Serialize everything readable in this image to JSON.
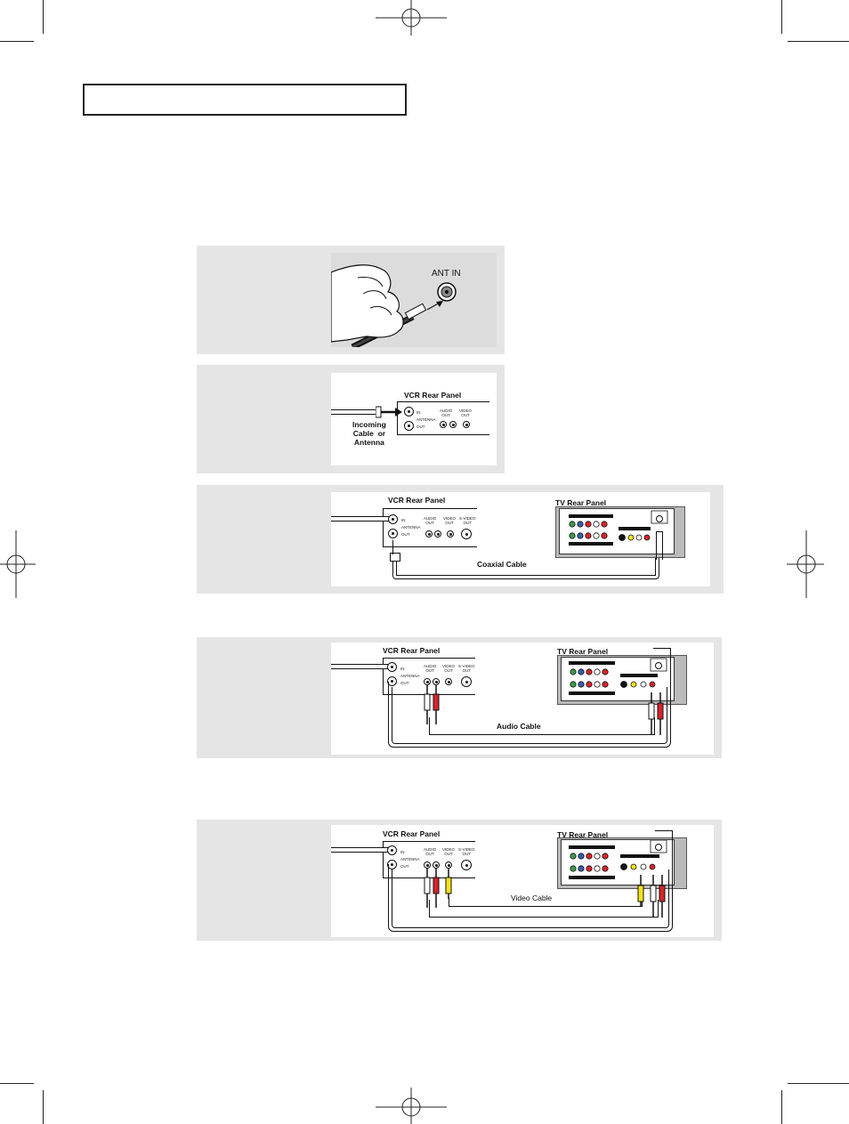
{
  "header": {
    "title": ""
  },
  "figures": {
    "fig1": {
      "ant_in_label": "ANT IN"
    },
    "fig2": {
      "vcr_title": "VCR  Rear  Panel",
      "in_label": "IN",
      "antenna_label": "ANTENNA",
      "out_label": "OUT",
      "audio_out_label": "AUDIO\nOUT",
      "video_out_label": "VIDEO\nOUT",
      "incoming_label": "Incoming\nCable  or\nAntenna"
    },
    "fig3": {
      "vcr_title": "VCR  Rear  Panel",
      "tv_title": "TV  Rear  Panel",
      "cable_label": "Coaxial  Cable",
      "in_label": "IN",
      "antenna_label": "ANTENNA",
      "out_label": "OUT",
      "audio_out_label": "AUDIO\nOUT",
      "video_out_label": "VIDEO\nOUT",
      "svideo_out_label": "S-VIDEO\nOUT"
    },
    "fig4": {
      "vcr_title": "VCR  Rear  Panel",
      "tv_title": "TV  Rear  Panel",
      "cable_label": "Audio  Cable",
      "in_label": "IN",
      "antenna_label": "ANTENNA",
      "out_label": "OUT",
      "audio_out_label": "AUDIO\nOUT",
      "video_out_label": "VIDEO\nOUT",
      "svideo_out_label": "S-VIDEO\nOUT"
    },
    "fig5": {
      "vcr_title": "VCR  Rear  Panel",
      "tv_title": "TV  Rear  Panel",
      "cable_label": "Video Cable",
      "in_label": "IN",
      "antenna_label": "ANTENNA",
      "out_label": "OUT",
      "audio_out_label": "AUDIO\nOUT",
      "video_out_label": "VIDEO\nOUT",
      "svideo_out_label": "S-VIDEO\nOUT"
    }
  },
  "colors": {
    "panel_bg": "#e5e5e5",
    "red": "#d8242a",
    "yellow": "#f3e31a",
    "green": "#3d9a4a",
    "blue": "#3a5ea8",
    "tv_body": "#bbbbbb"
  }
}
